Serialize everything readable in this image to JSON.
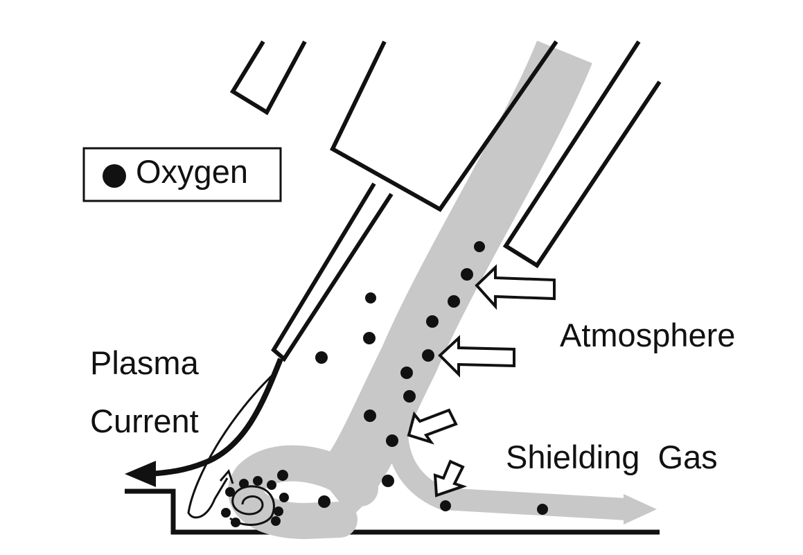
{
  "legend": {
    "marker_label": "Oxygen"
  },
  "labels": {
    "plasma_line1": "Plasma",
    "plasma_line2": "Current",
    "atmosphere": "Atmosphere",
    "shielding_gas": "Shielding  Gas"
  },
  "colors": {
    "shielding_gas_flow": "#c8c8c8",
    "outline": "#111111",
    "oxygen_dot": "#111111",
    "background": "#ffffff"
  },
  "icons": {
    "atmosphere_inflow": "hollow-arrow-left",
    "plasma_flow": "curved-arrow-left",
    "vortex": "spiral"
  }
}
